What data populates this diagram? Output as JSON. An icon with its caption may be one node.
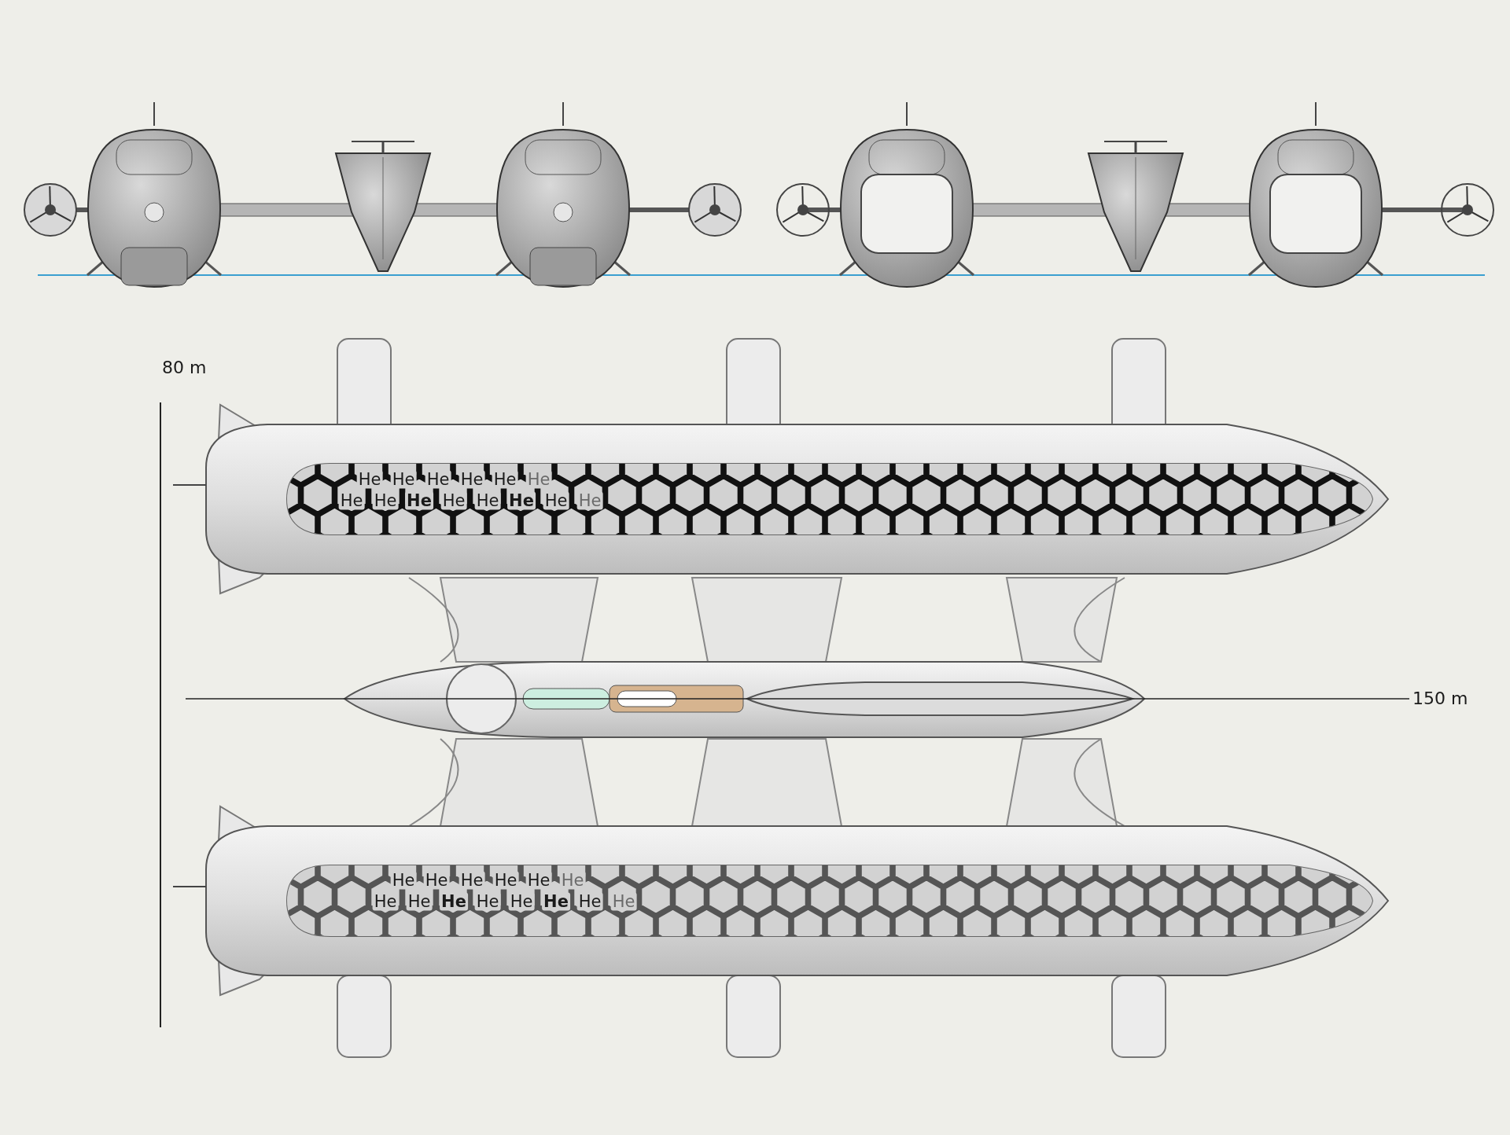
{
  "diagram": {
    "labels": [
      "80 m",
      "He",
      "He",
      "He",
      "He",
      "He",
      "He",
      "He",
      "He",
      "He",
      "He",
      "He",
      "He",
      "He",
      "He",
      "150 m",
      "He",
      "He",
      "He",
      "He",
      "He",
      "He",
      "He",
      "He",
      "He",
      "He",
      "He",
      "He",
      "He",
      "He"
    ]
  }
}
